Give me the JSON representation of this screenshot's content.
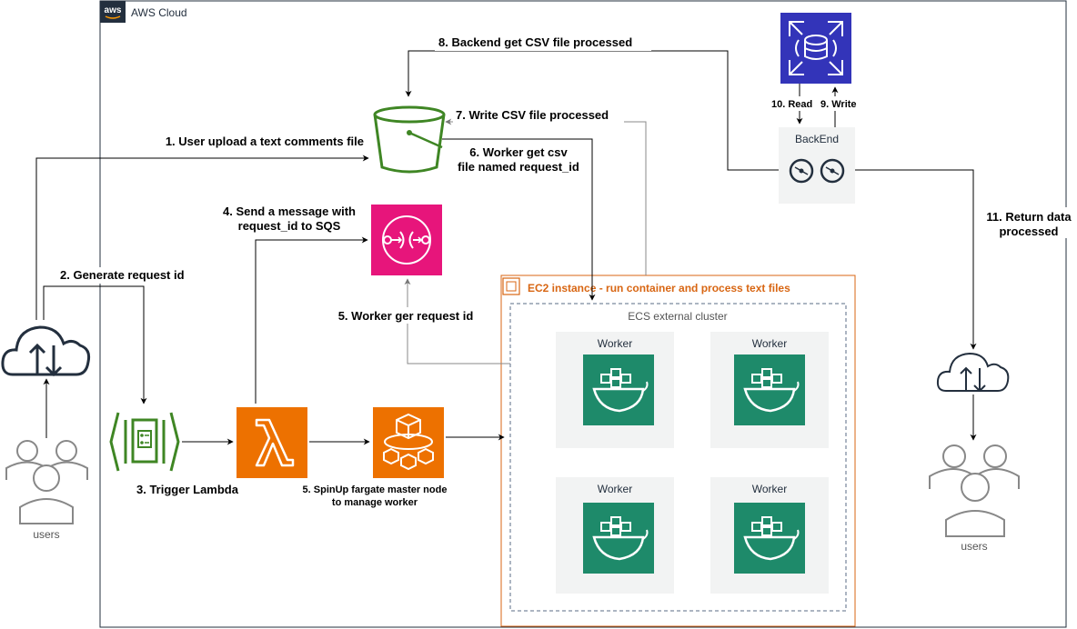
{
  "cloud": {
    "label": "AWS Cloud",
    "aws_logo": "aws"
  },
  "ec2": {
    "label": "EC2 instance - run container and process text files",
    "color": "#d86613"
  },
  "ecs": {
    "label": "ECS external cluster"
  },
  "workers": [
    "Worker",
    "Worker",
    "Worker",
    "Worker"
  ],
  "backend": {
    "label": "BackEnd"
  },
  "users_left": {
    "label": "users"
  },
  "users_right": {
    "label": "users"
  },
  "steps": {
    "s1": "1. User upload a text comments file",
    "s2": "2. Generate request id",
    "s3": "3. Trigger Lambda",
    "s4a": "4. Send a message with",
    "s4b": "request_id to SQS",
    "s5": "5. Worker ger request id",
    "s5b_a": "5. SpinUp fargate master node",
    "s5b_b": "to manage worker",
    "s6a": "6. Worker get csv",
    "s6b": "file named request_id",
    "s7": "7. Write CSV file processed",
    "s8": "8. Backend get CSV file processed",
    "s9": "9. Write",
    "s10": "10. Read",
    "s11a": "11. Return data",
    "s11b": "processed"
  },
  "colors": {
    "s3_green": "#3f8624",
    "sqs_pink": "#e7157b",
    "lambda_orange": "#ed7100",
    "db_blue": "#3334b9",
    "worker_green": "#1e8a6a",
    "apigw_green": "#3f8624"
  },
  "icons": {
    "s3": "s3-bucket-icon",
    "sqs": "sqs-icon",
    "lambda": "lambda-icon",
    "fargate": "fargate-icon",
    "database": "rds-database-icon",
    "api_gateway": "api-gateway-icon",
    "cloud": "cloud-upload-download-icon",
    "docker": "docker-container-icon",
    "ec2": "ec2-instance-icon",
    "tape": "tape-gateway-icon"
  }
}
